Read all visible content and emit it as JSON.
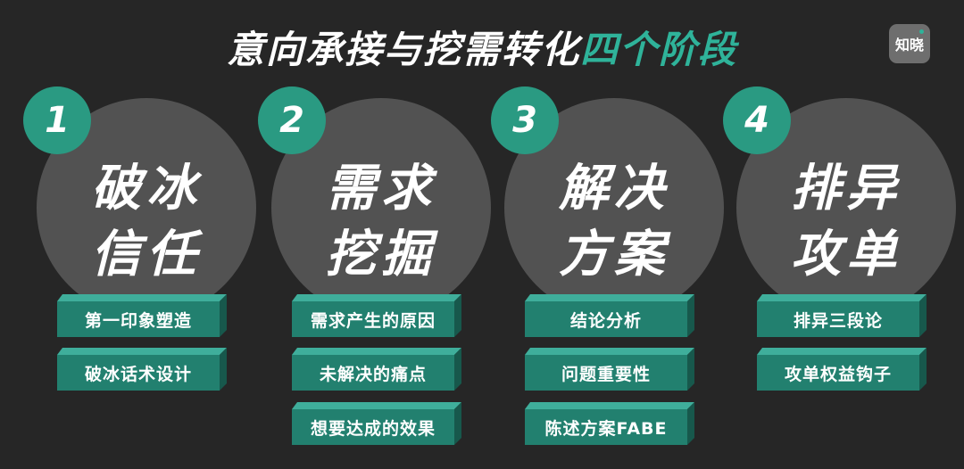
{
  "title": {
    "main": "意向承接与挖需转化",
    "accent": "四个阶段"
  },
  "logo": {
    "text": "知晓"
  },
  "colors": {
    "accent": "#2fb39a",
    "badge": "#2a9a82",
    "box": "#22806f",
    "circle": "#525252",
    "background": "#262626"
  },
  "stages": [
    {
      "number": "1",
      "line1": "破冰",
      "line2": "信任",
      "items": [
        "第一印象塑造",
        "破冰话术设计"
      ]
    },
    {
      "number": "2",
      "line1": "需求",
      "line2": "挖掘",
      "items": [
        "需求产生的原因",
        "未解决的痛点",
        "想要达成的效果"
      ]
    },
    {
      "number": "3",
      "line1": "解决",
      "line2": "方案",
      "items": [
        "结论分析",
        "问题重要性",
        "陈述方案FABE"
      ]
    },
    {
      "number": "4",
      "line1": "排异",
      "line2": "攻单",
      "items": [
        "排异三段论",
        "攻单权益钩子"
      ]
    }
  ]
}
